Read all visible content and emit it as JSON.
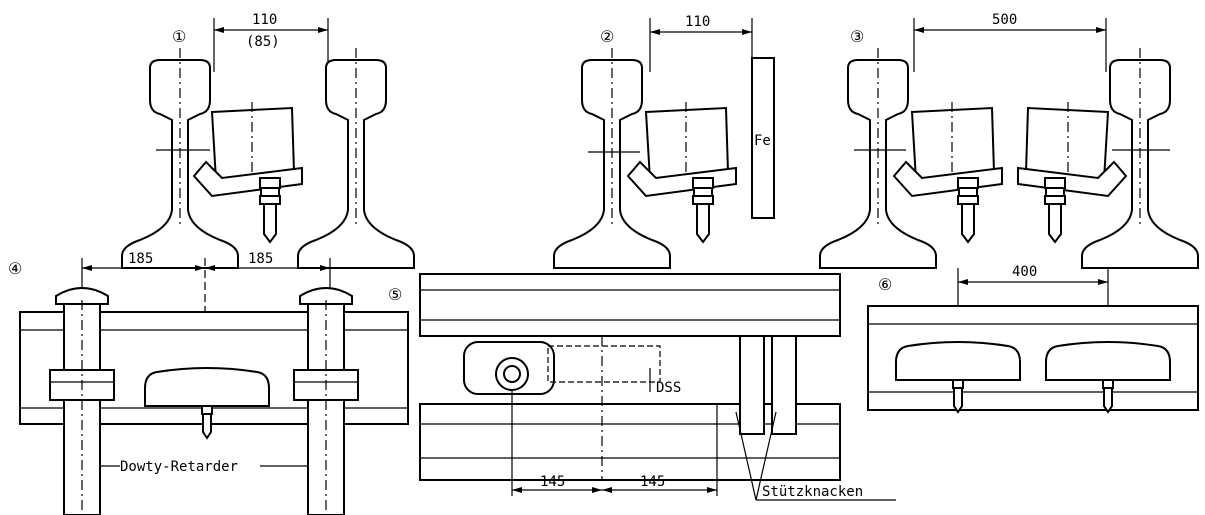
{
  "panels": [
    {
      "number": "①",
      "dimension": "110",
      "dimension_alt": "(85)"
    },
    {
      "number": "②",
      "dimension": "110",
      "wall_label": "Fe"
    },
    {
      "number": "③",
      "dimension": "500"
    },
    {
      "number": "④",
      "dimension_left": "185",
      "dimension_right": "185",
      "retarder_label": "Dowty-Retarder"
    },
    {
      "number": "⑤",
      "dss_label": "DSS",
      "dimension_left": "145",
      "dimension_right": "145",
      "support_label": "Stützknacken"
    },
    {
      "number": "⑥",
      "dimension": "400"
    }
  ]
}
